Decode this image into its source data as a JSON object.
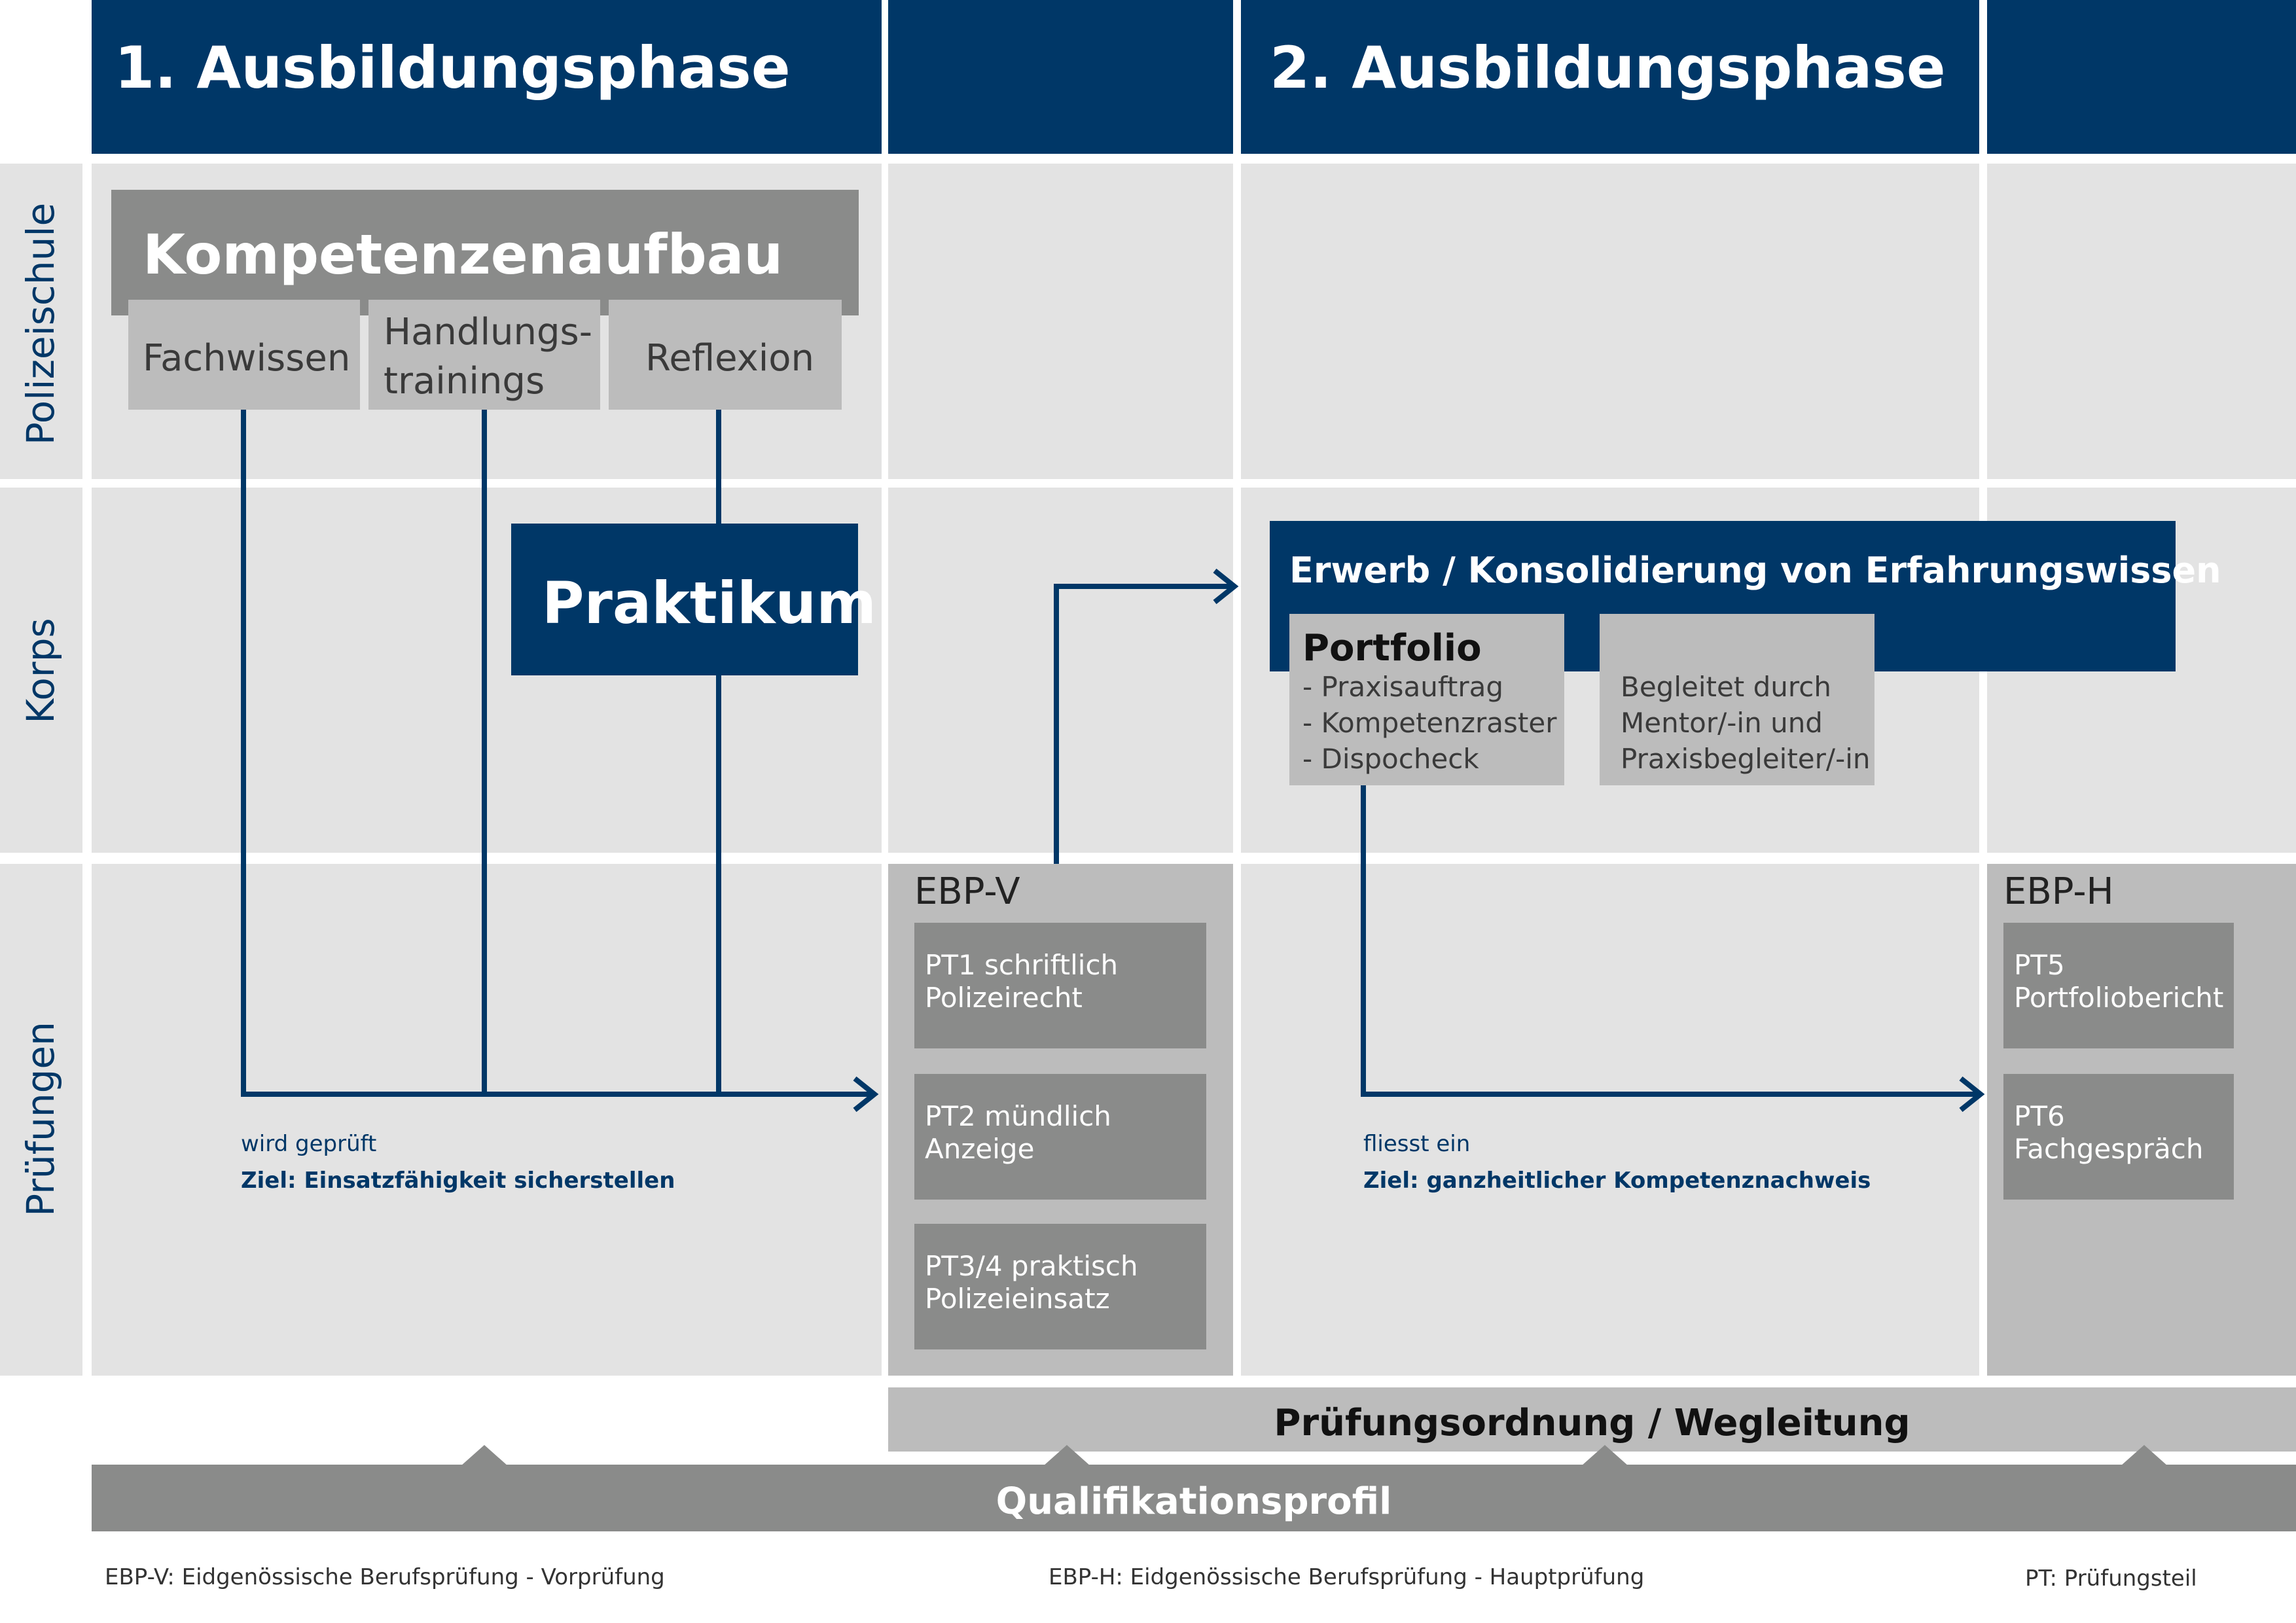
{
  "header": {
    "phase1": "1. Ausbildungsphase",
    "phase2": "2. Ausbildungsphase"
  },
  "rows": {
    "polizeischule": "Polizeischule",
    "korps": "Korps",
    "pruefungen": "Prüfungen"
  },
  "phase1": {
    "kompetenz_title": "Kompetenzenaufbau",
    "fachwissen": "Fachwissen",
    "handlungs_line1": "Handlungs-",
    "handlungs_line2": "trainings",
    "reflexion": "Reflexion",
    "praktikum": "Praktikum",
    "note_small": "wird geprüft",
    "note_bold": "Ziel: Einsatzfähigkeit sicherstellen"
  },
  "ebpv": {
    "title": "EBP-V",
    "items": [
      {
        "line1": "PT1 schriftlich",
        "line2": "Polizeirecht"
      },
      {
        "line1": "PT2 mündlich",
        "line2": "Anzeige"
      },
      {
        "line1": "PT3/4 praktisch",
        "line2": "Polizeieinsatz"
      }
    ]
  },
  "phase2": {
    "erwerb_title": "Erwerb / Konsolidierung von Erfahrungswissen",
    "portfolio_title": "Portfolio",
    "portfolio_items": [
      "- Praxisauftrag",
      "- Kompetenzraster",
      "- Dispocheck"
    ],
    "begleitet": [
      "Begleitet durch",
      "Mentor/-in und",
      "Praxisbegleiter/-in"
    ],
    "note_small": "fliesst ein",
    "note_bold": "Ziel: ganzheitlicher Kompetenznachweis"
  },
  "ebph": {
    "title": "EBP-H",
    "items": [
      {
        "line1": "PT5",
        "line2": "Portfoliobericht"
      },
      {
        "line1": "PT6",
        "line2": "Fachgespräch"
      }
    ]
  },
  "bars": {
    "pruefungsordnung": "Prüfungsordnung / Wegleitung",
    "qualifikation": "Qualifikationsprofil"
  },
  "legend": {
    "ebpv": "EBP-V: Eidgenössische Berufsprüfung - Vorprüfung",
    "ebph": "EBP-H: Eidgenössische Berufsprüfung - Hauptprüfung",
    "pt": "PT: Prüfungsteil"
  },
  "colors": {
    "navy": "#003767",
    "dark_grey": "#8a8b8a",
    "light_grey": "#bcbcbc",
    "cell_grey": "#e3e3e3"
  }
}
